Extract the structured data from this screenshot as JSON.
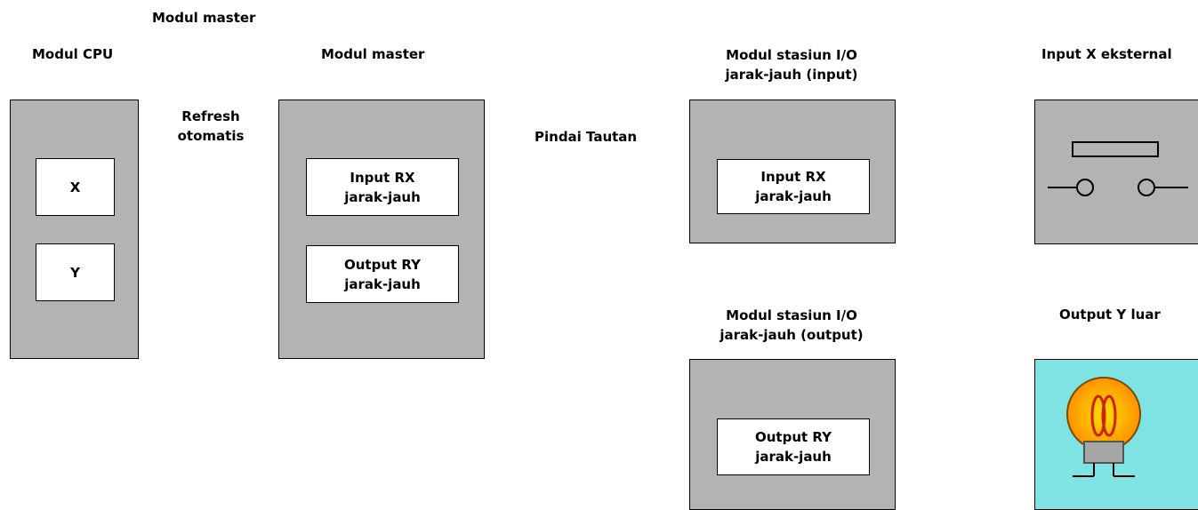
{
  "top_label": "Modul master",
  "cpu": {
    "title": "Modul CPU",
    "x": "X",
    "y": "Y"
  },
  "refresh": {
    "line1": "Refresh",
    "line2": "otomatis"
  },
  "master": {
    "title": "Modul master",
    "input": {
      "line1": "Input RX",
      "line2": "jarak-jauh"
    },
    "output": {
      "line1": "Output RY",
      "line2": "jarak-jauh"
    }
  },
  "link_scan": "Pindai Tautan",
  "io_input": {
    "title_line1": "Modul stasiun I/O",
    "title_line2": "jarak-jauh (input)",
    "inner": {
      "line1": "Input RX",
      "line2": "jarak-jauh"
    }
  },
  "io_output": {
    "title_line1": "Modul stasiun I/O",
    "title_line2": "jarak-jauh (output)",
    "inner": {
      "line1": "Output RY",
      "line2": "jarak-jauh"
    }
  },
  "external_input": {
    "title": "Input X eksternal"
  },
  "external_output": {
    "title": "Output Y luar"
  },
  "colors": {
    "module_fill": "#b3b3b3",
    "lamp_background": "#7fe3e3",
    "lamp_glow": "#ff9900",
    "lamp_filament": "#cc2200"
  }
}
